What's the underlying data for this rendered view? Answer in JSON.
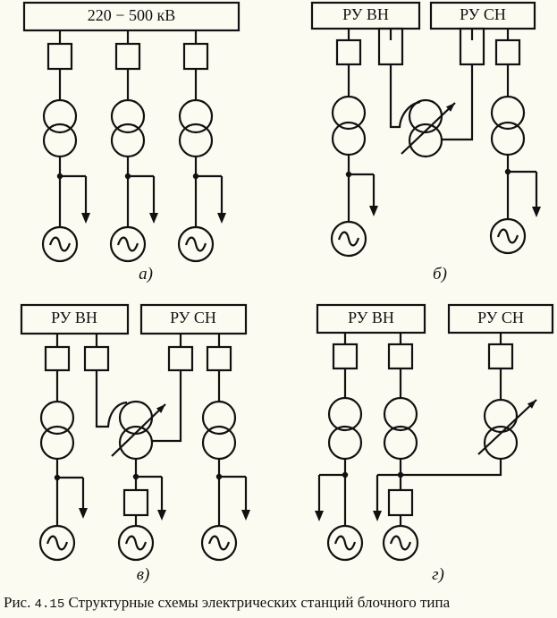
{
  "schemes": {
    "a": {
      "bus": "220 − 500 кВ",
      "label": "а)"
    },
    "b": {
      "bus_hv": "РУ ВН",
      "bus_mv": "РУ СН",
      "label": "б)"
    },
    "v": {
      "bus_hv": "РУ ВН",
      "bus_mv": "РУ СН",
      "label": "в)"
    },
    "g": {
      "bus_hv": "РУ ВН",
      "bus_mv": "РУ СН",
      "label": "г)"
    }
  },
  "caption": {
    "prefix": "Рис.",
    "number": "4.15",
    "text": "Структурные схемы электрических станций блочного типа"
  },
  "colors": {
    "line": "#111111",
    "background": "#fcfbf1"
  }
}
